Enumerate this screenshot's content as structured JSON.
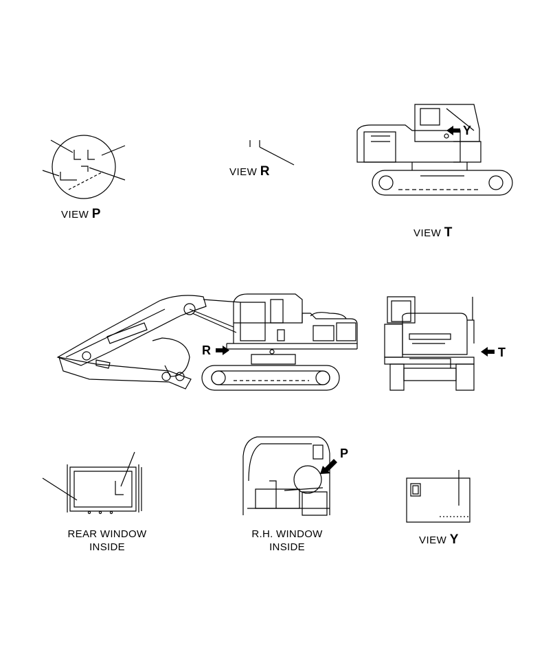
{
  "views": {
    "p": {
      "word": "VIEW",
      "letter": "P"
    },
    "r": {
      "word": "VIEW",
      "letter": "R"
    },
    "t": {
      "word": "VIEW",
      "letter": "T"
    },
    "y": {
      "word": "VIEW",
      "letter": "Y"
    }
  },
  "captions": {
    "rear_window": {
      "line1": "REAR WINDOW",
      "line2": "INSIDE"
    },
    "rh_window": {
      "line1": "R.H. WINDOW",
      "line2": "INSIDE"
    }
  },
  "callouts": {
    "y": "Y",
    "r": "R",
    "t": "T",
    "p": "P"
  }
}
